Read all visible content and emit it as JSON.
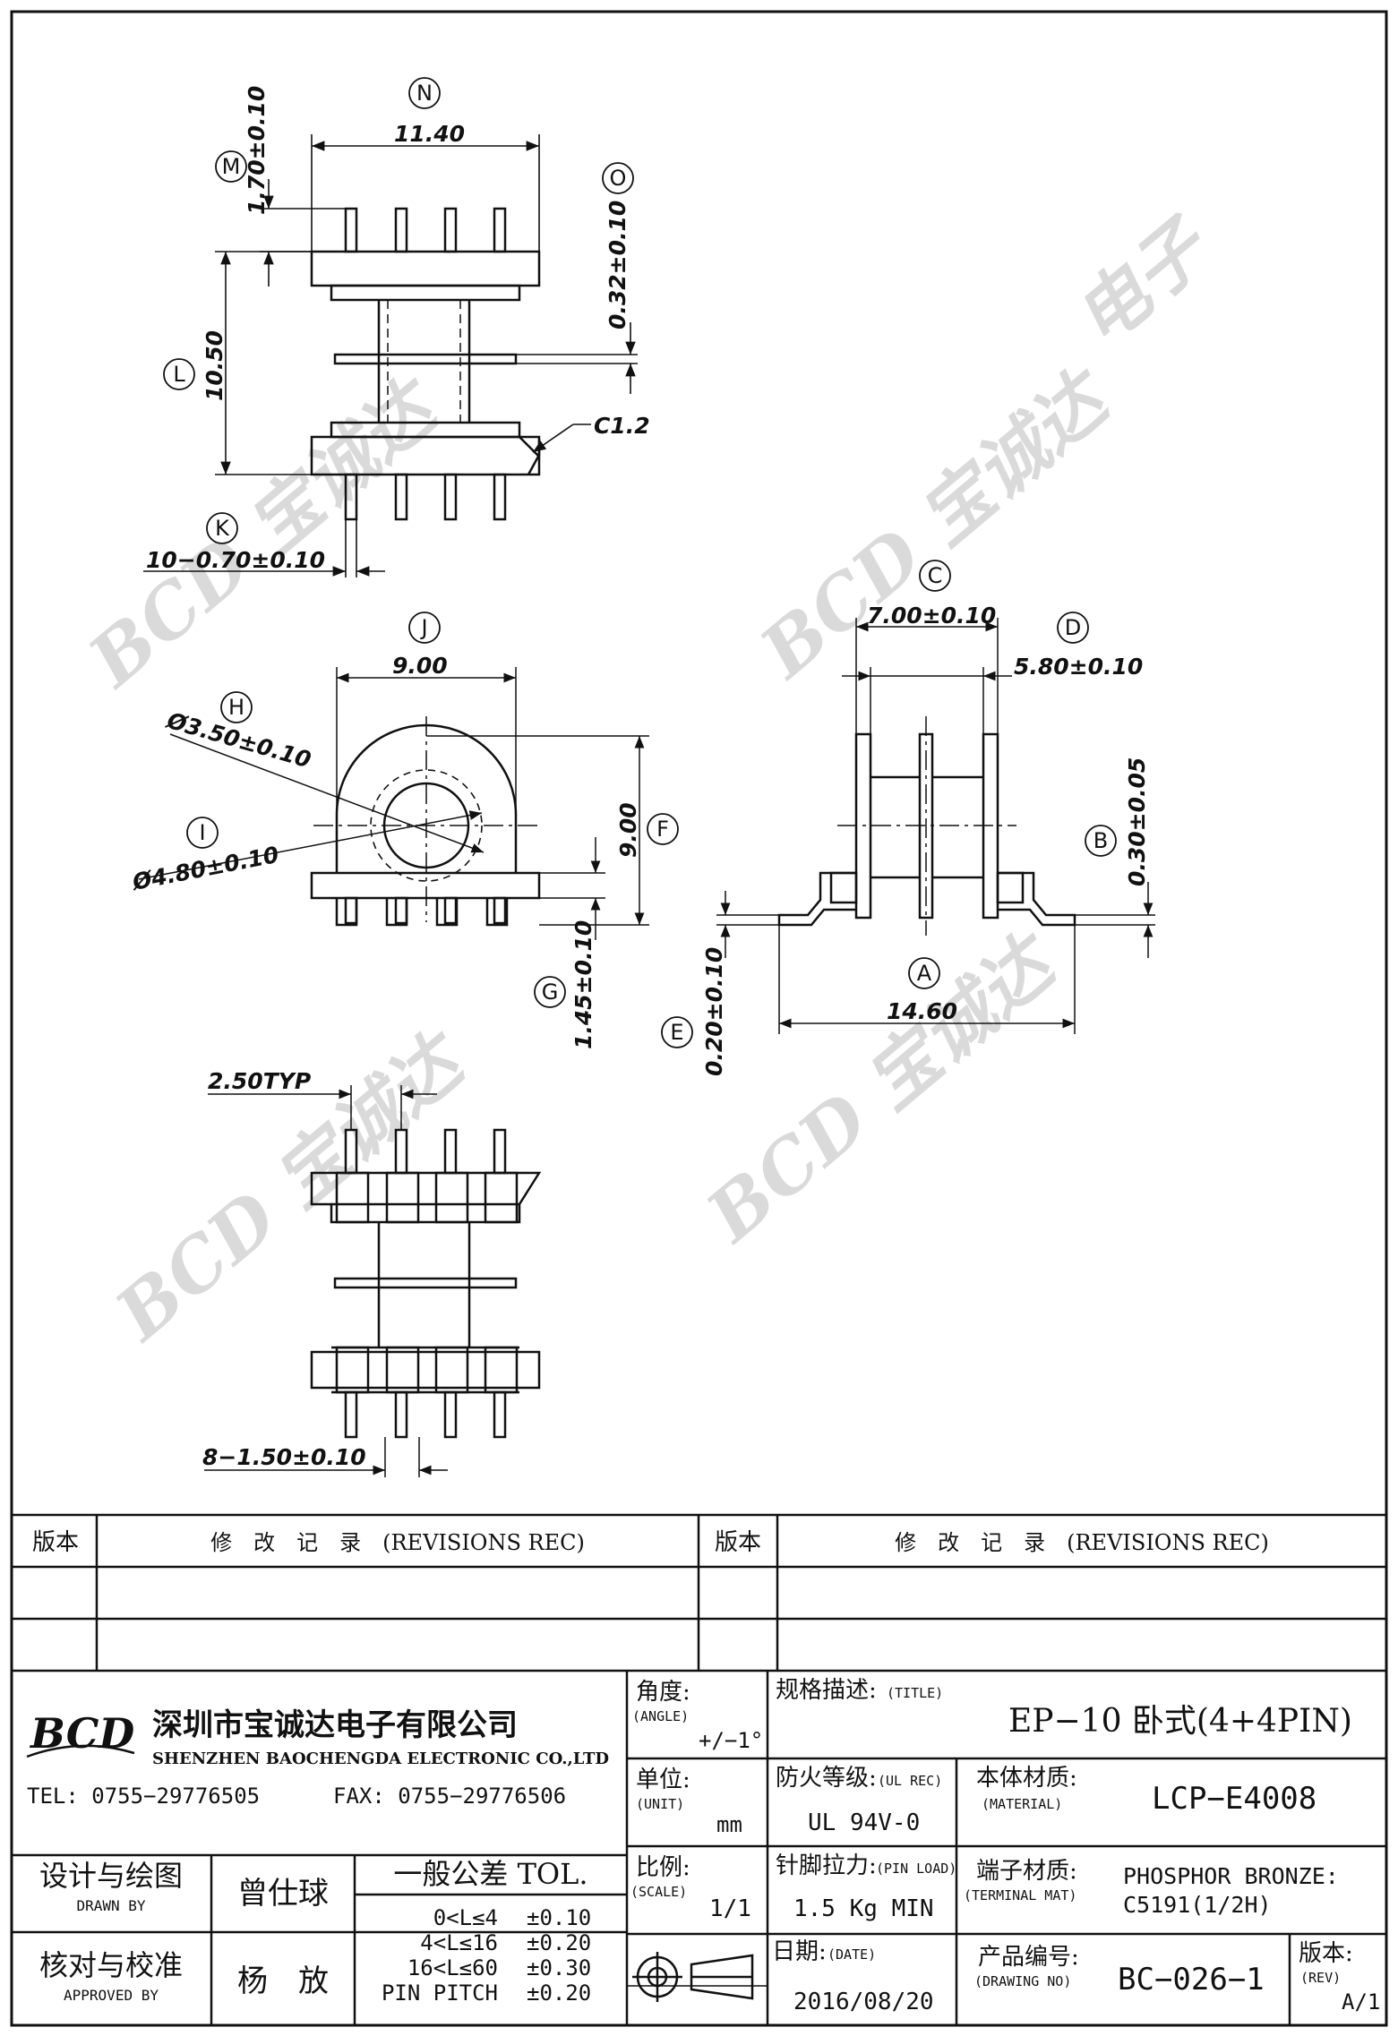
{
  "drawing": {
    "dims": {
      "N": "11.40",
      "M": "1.70±0.10",
      "O": "0.32±0.10",
      "L": "10.50",
      "chamfer": "C1.2",
      "K": "10−0.70±0.10",
      "J": "9.00",
      "H": "Ø3.50±0.10",
      "I": "Ø4.80±0.10",
      "F": "9.00",
      "G": "1.45±0.10",
      "C": "7.00±0.10",
      "D": "5.80±0.10",
      "B": "0.30±0.05",
      "E": "0.20±0.10",
      "A": "14.60",
      "pitch": "2.50TYP",
      "pin": "8−1.50±0.10"
    },
    "bubbles": [
      "N",
      "M",
      "O",
      "L",
      "K",
      "J",
      "H",
      "I",
      "F",
      "G",
      "C",
      "D",
      "B",
      "E",
      "A"
    ]
  },
  "revisions": {
    "ver_label": "版本",
    "rec_label": "修　改　记　录　(REVISIONS REC)"
  },
  "company": {
    "logo": "BCD",
    "name_cn": "深圳市宝诚达电子有限公司",
    "name_en": "SHENZHEN BAOCHENGDA ELECTRONIC CO.,LTD",
    "tel": "TEL: 0755−29776505",
    "fax": "FAX: 0755−29776506"
  },
  "titleblock": {
    "angle_label": "角度:",
    "angle_en": "(ANGLE)",
    "angle_value": "+/−1°",
    "unit_label": "单位:",
    "unit_en": "(UNIT)",
    "unit_value": "mm",
    "scale_label": "比例:",
    "scale_en": "(SCALE)",
    "scale_value": "1/1",
    "title_label": "规格描述:",
    "title_en": "(TITLE)",
    "title_value": "EP−10 卧式(4+4PIN)",
    "ul_label": "防火等级:",
    "ul_en": "(UL REC)",
    "ul_value": "UL 94V-0",
    "material_label": "本体材质:",
    "material_en": "(MATERIAL)",
    "material_value": "LCP−E4008",
    "pinload_label": "针脚拉力:",
    "pinload_en": "(PIN LOAD)",
    "pinload_value": "1.5 Kg MIN",
    "terminal_label": "端子材质:",
    "terminal_en": "(TERMINAL MAT)",
    "terminal_value1": "PHOSPHOR BRONZE:",
    "terminal_value2": "C5191(1/2H)",
    "date_label": "日期:",
    "date_en": "(DATE)",
    "date_value": "2016/08/20",
    "drawing_label": "产品编号:",
    "drawing_en": "(DRAWING NO)",
    "drawing_value": "BC−026−1",
    "rev_label": "版本:",
    "rev_en": "(REV)",
    "rev_value": "A/1",
    "drawn_label": "设计与绘图",
    "drawn_en": "DRAWN BY",
    "drawn_value": "曾仕球",
    "approved_label": "核对与校准",
    "approved_en": "APPROVED BY",
    "approved_value": "杨　放",
    "tol_title": "一般公差 TOL.",
    "tol": [
      {
        "range": "0<L≤4",
        "value": "±0.10"
      },
      {
        "range": "4<L≤16",
        "value": "±0.20"
      },
      {
        "range": "16<L≤60",
        "value": "±0.30"
      },
      {
        "range": "PIN PITCH",
        "value": "±0.20"
      }
    ]
  }
}
